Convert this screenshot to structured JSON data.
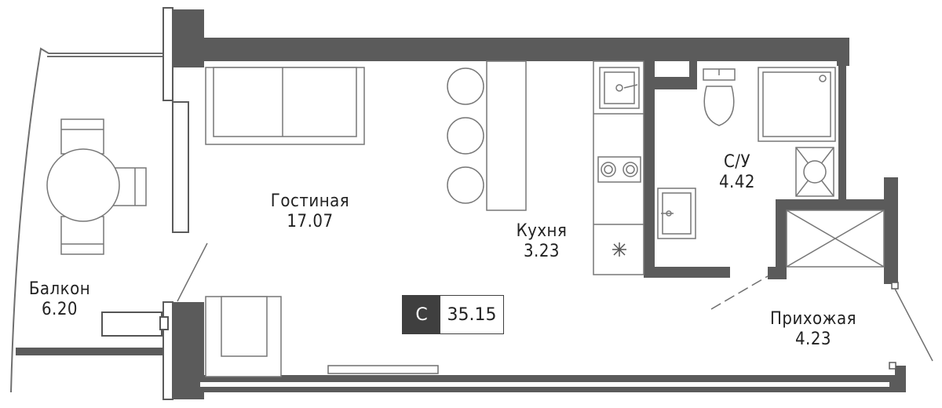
{
  "colors": {
    "wall": "#5b5b5b",
    "line": "#6f6f6f",
    "badge": "#3f3f3f"
  },
  "rooms": [
    {
      "key": "living",
      "name": "Гостиная",
      "area": "17.07"
    },
    {
      "key": "kitchen",
      "name": "Кухня",
      "area": "3.23"
    },
    {
      "key": "bathroom",
      "name": "С/У",
      "area": "4.42"
    },
    {
      "key": "balcony",
      "name": "Балкон",
      "area": "6.20"
    },
    {
      "key": "hallway",
      "name": "Прихожая",
      "area": "4.23"
    }
  ],
  "apartment": {
    "type": "С",
    "total_area": "35.15"
  }
}
